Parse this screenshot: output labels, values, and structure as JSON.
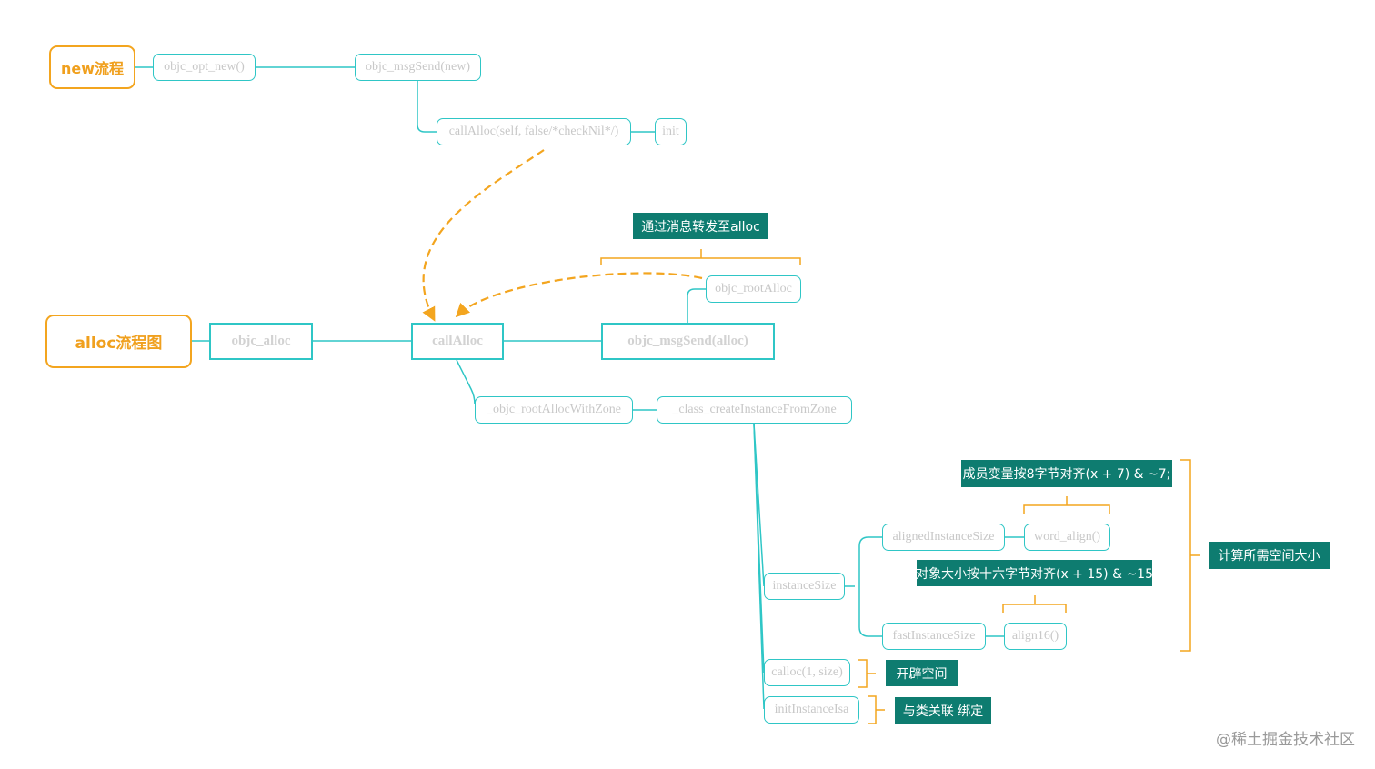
{
  "roots": {
    "new_flow": "new流程",
    "alloc_flow": "alloc流程图"
  },
  "nodes": {
    "objc_opt_new": "objc_opt_new()",
    "objc_msgSend_new": "objc_msgSend(new)",
    "callAlloc_call": "callAlloc(self, false/*checkNil*/)",
    "init": "init",
    "objc_alloc": "objc_alloc",
    "callAlloc": "callAlloc",
    "objc_msgSend_alloc": "objc_msgSend(alloc)",
    "objc_rootAlloc": "objc_rootAlloc",
    "objc_rootAllocWithZone": "_objc_rootAllocWithZone",
    "class_createInstanceFromZone": "_class_createInstanceFromZone",
    "instanceSize": "instanceSize",
    "alignedInstanceSize": "alignedInstanceSize",
    "word_align": "word_align()",
    "fastInstanceSize": "fastInstanceSize",
    "align16": "align16()",
    "calloc": "calloc(1, size)",
    "initInstanceIsa": "initInstanceIsa"
  },
  "notes": {
    "msg_forward": "通过消息转发至alloc",
    "member_align": "成员变量按8字节对齐(x + 7) & ~7;",
    "object_align": "对象大小按十六字节对齐(x + 15) & ~15",
    "compute_space": "计算所需空间大小",
    "alloc_space": "开辟空间",
    "bind_class": "与类关联 绑定"
  },
  "watermark": "@稀土掘金技术社区",
  "colors": {
    "node_border": "#2fc6c6",
    "root_border": "#f3a51f",
    "note_bg": "#0e7c70",
    "bracket": "#f3a51f",
    "dashed_arrow": "#f3a51f"
  }
}
